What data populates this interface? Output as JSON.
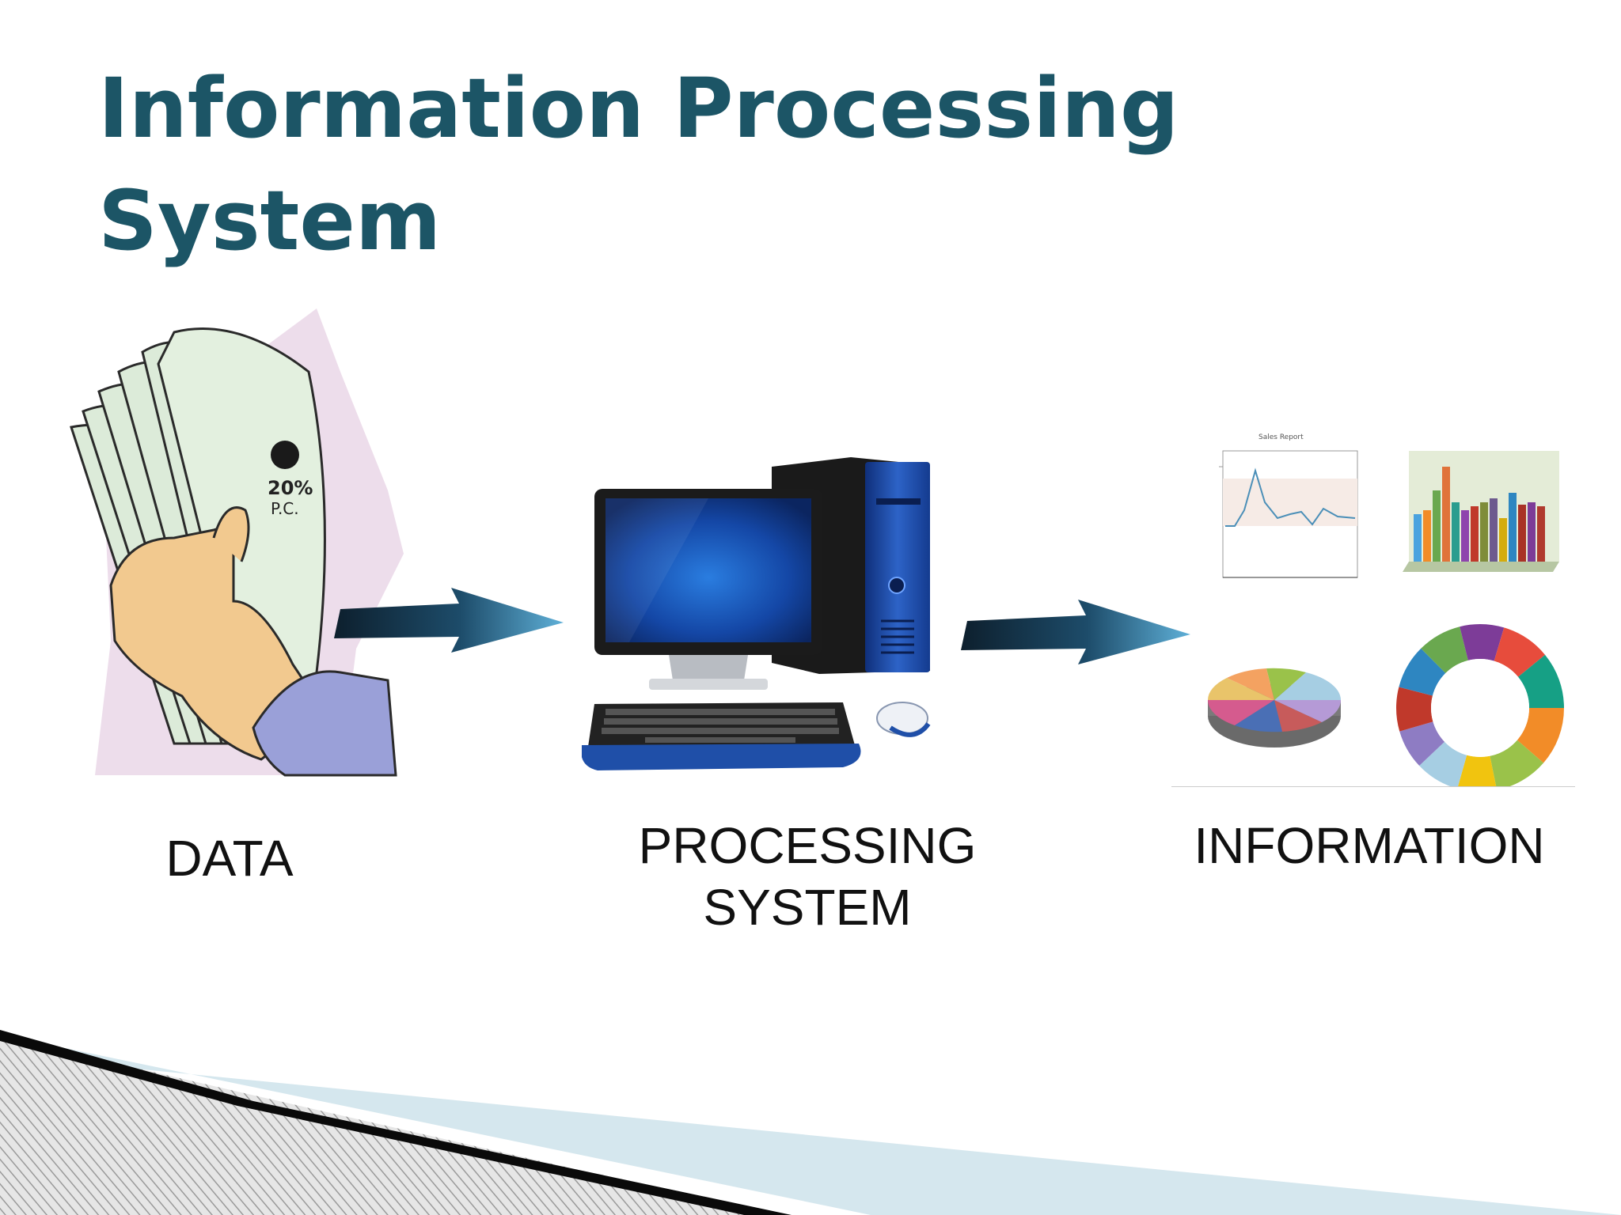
{
  "slide": {
    "title_line1": "Information Processing",
    "title_line2": "System"
  },
  "stages": {
    "data_label": "DATA",
    "processing_label_line1": "PROCESSING",
    "processing_label_line2": "SYSTEM",
    "information_label": "INFORMATION"
  },
  "colors": {
    "title": "#1c5566",
    "arrow_dark": "#0d1f2d",
    "arrow_light": "#3a8fbf",
    "computer_blue": "#1f4fa8",
    "footer_dark": "#0a0a0a",
    "footer_light": "#cfe3ea"
  },
  "icons": {
    "data": "money-documents-hand-icon",
    "processing": "desktop-computer-icon",
    "information": "report-charts-icon",
    "flow": "right-arrow-icon"
  }
}
